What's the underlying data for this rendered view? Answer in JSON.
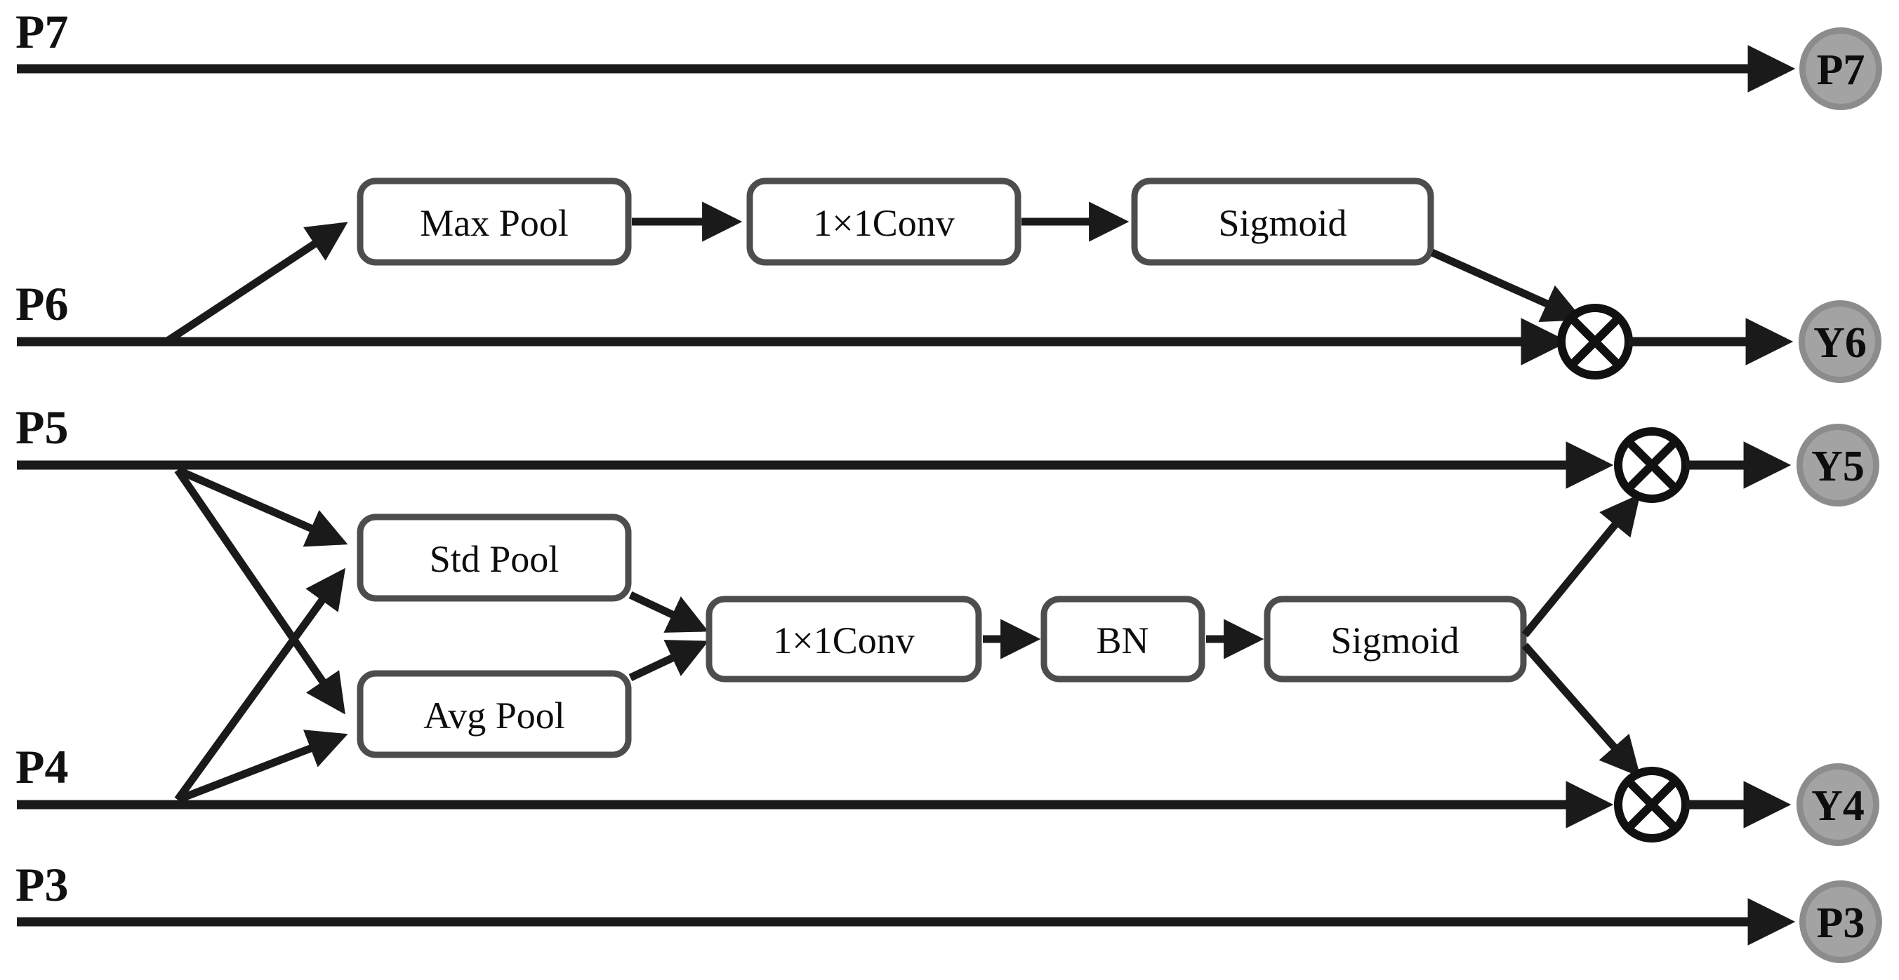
{
  "figure": {
    "type": "neural-network-architecture-diagram",
    "description": "Scale-wise attention module applied to FPN levels P3-P7",
    "background_color": "#ffffff",
    "line_color": "#1a1a1a",
    "box_border_color": "#4d4d4d",
    "box_fill_color": "#ffffff",
    "node_fill_color": "#a3a3a3",
    "node_ring_color": "#8c8c8c"
  },
  "input_labels": [
    {
      "id": "p7",
      "text": "P7"
    },
    {
      "id": "p6",
      "text": "P6"
    },
    {
      "id": "p5",
      "text": "P5"
    },
    {
      "id": "p4",
      "text": "P4"
    },
    {
      "id": "p3",
      "text": "P3"
    }
  ],
  "output_nodes": [
    {
      "id": "out-p7",
      "text": "P7"
    },
    {
      "id": "out-y6",
      "text": "Y6"
    },
    {
      "id": "out-y5",
      "text": "Y5"
    },
    {
      "id": "out-y4",
      "text": "Y4"
    },
    {
      "id": "out-p3",
      "text": "P3"
    }
  ],
  "branch_p6": {
    "blocks": [
      {
        "id": "p6-maxpool",
        "text": "Max Pool"
      },
      {
        "id": "p6-conv",
        "text": "1×1Conv"
      },
      {
        "id": "p6-sigmoid",
        "text": "Sigmoid"
      }
    ],
    "operator": {
      "id": "p6-mult",
      "symbol": "⊗",
      "name": "element-wise-multiply"
    }
  },
  "branch_p45": {
    "blocks": [
      {
        "id": "p45-stdpool",
        "text": "Std Pool"
      },
      {
        "id": "p45-avgpool",
        "text": "Avg Pool"
      },
      {
        "id": "p45-conv",
        "text": "1×1Conv"
      },
      {
        "id": "p45-bn",
        "text": "BN"
      },
      {
        "id": "p45-sigmoid",
        "text": "Sigmoid"
      }
    ],
    "operators": [
      {
        "id": "p5-mult",
        "symbol": "⊗",
        "name": "element-wise-multiply"
      },
      {
        "id": "p4-mult",
        "symbol": "⊗",
        "name": "element-wise-multiply"
      }
    ]
  },
  "passthrough_rows": [
    {
      "id": "row-p7",
      "label": "P7",
      "output": "P7",
      "has_attention": false
    },
    {
      "id": "row-p3",
      "label": "P3",
      "output": "P3",
      "has_attention": false
    }
  ]
}
